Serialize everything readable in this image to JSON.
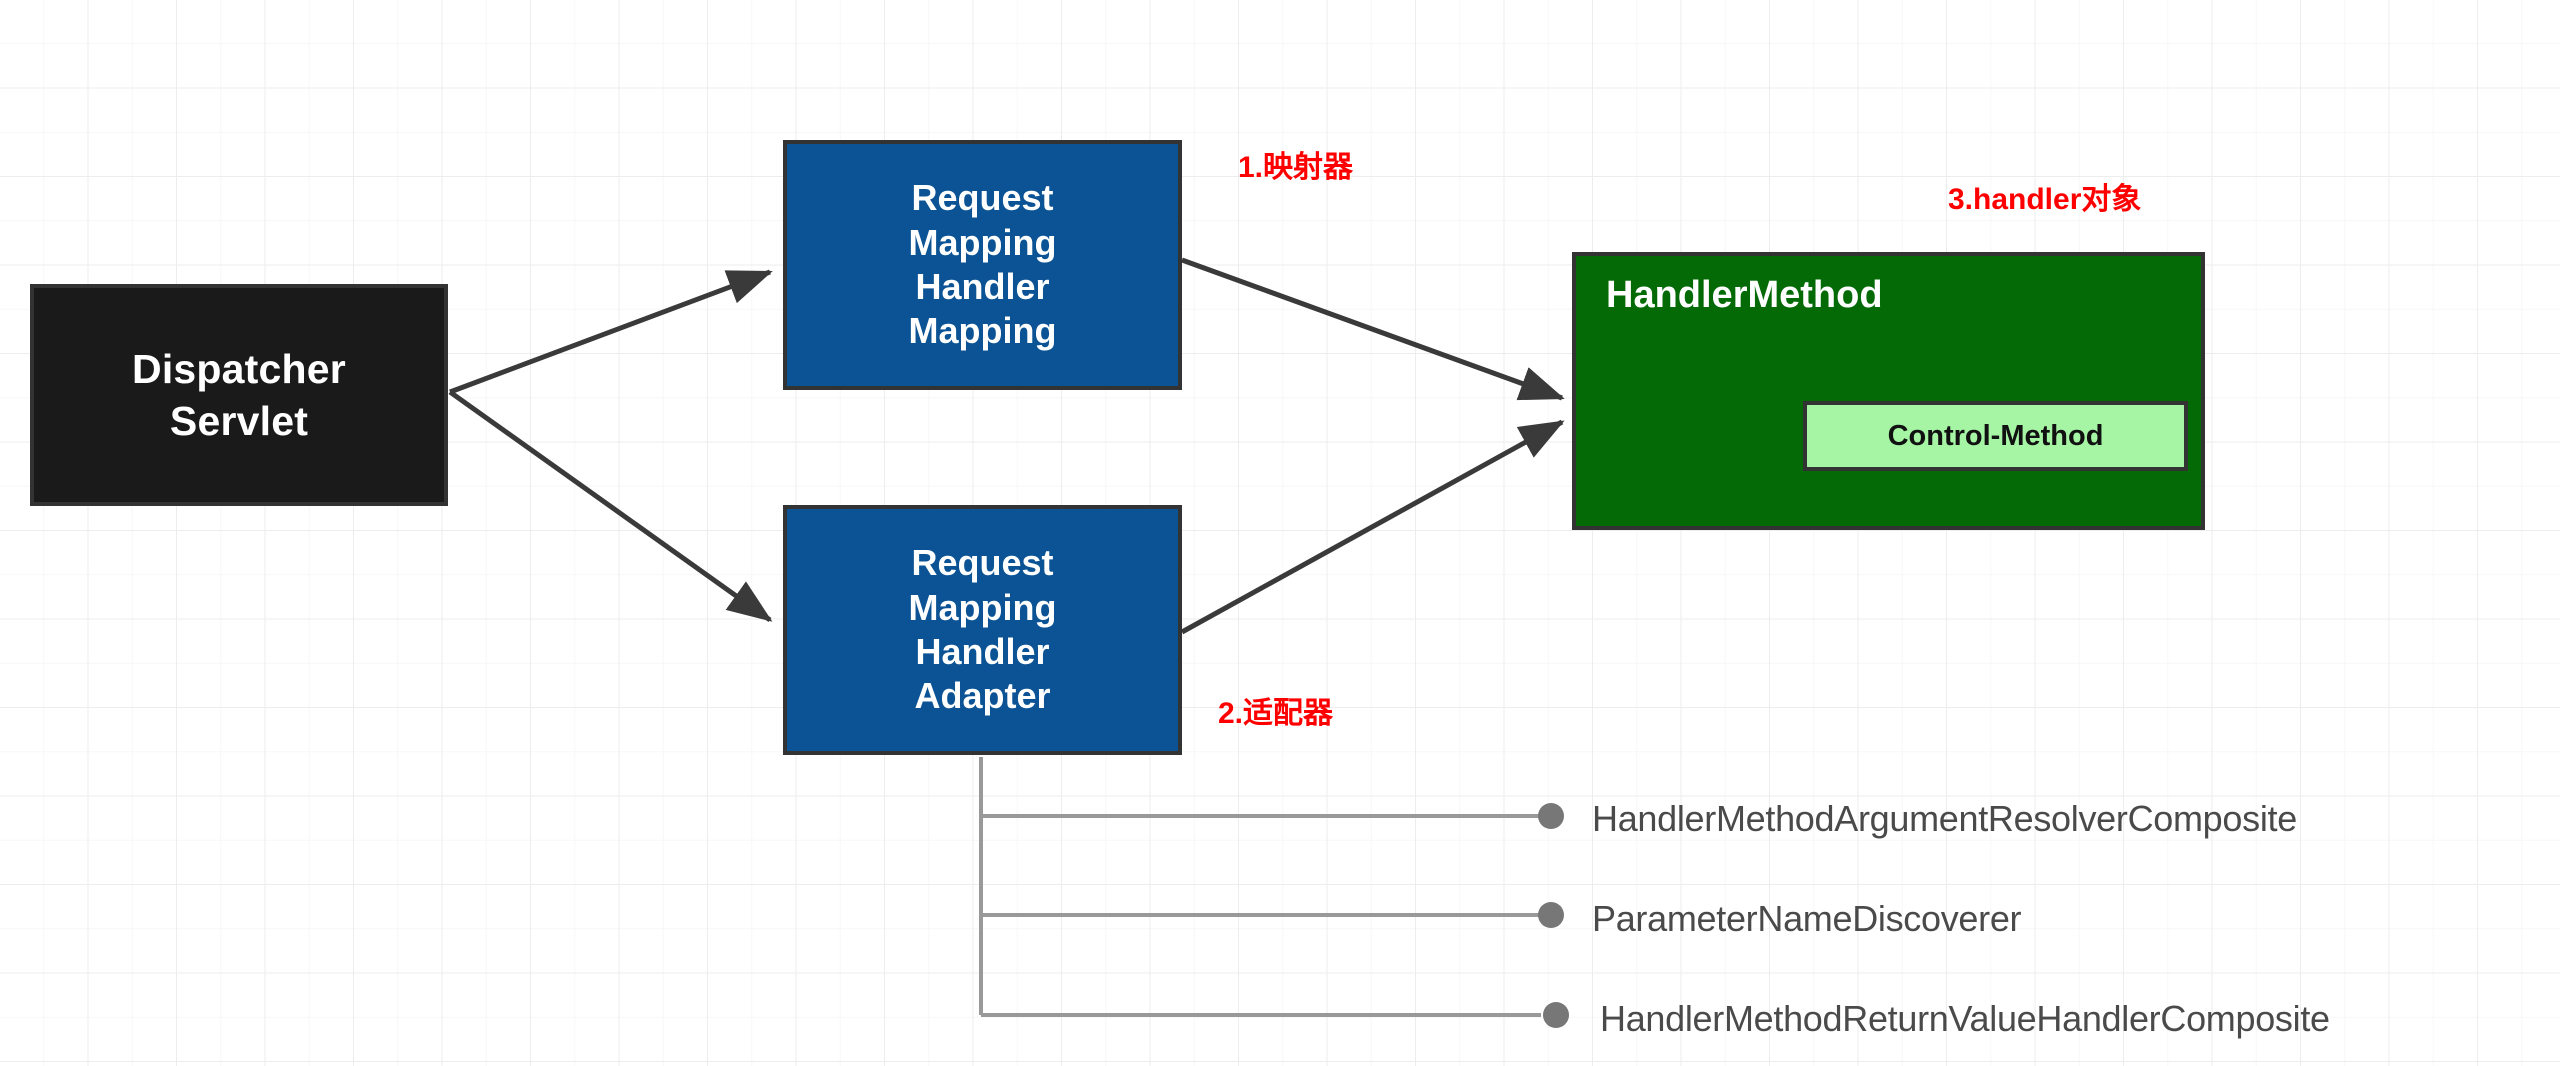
{
  "diagram": {
    "title": "Spring MVC Dispatcher / Handler flow",
    "background": {
      "canvas_color": "#ffffff",
      "grid_minor_color": "#f7f7f7",
      "grid_major_color": "#ededed"
    },
    "nodes": {
      "dispatcher_servlet": {
        "label": "Dispatcher\nServlet",
        "line1": "Dispatcher",
        "line2": "Servlet",
        "fill": "#1a1a1a",
        "text_color": "#ffffff"
      },
      "handler_mapping": {
        "label": "Request Mapping Handler Mapping",
        "line1": "Request",
        "line2": "Mapping",
        "line3": "Handler",
        "line4": "Mapping",
        "fill": "#0b5394",
        "text_color": "#ffffff"
      },
      "handler_adapter": {
        "label": "Request Mapping Handler Adapter",
        "line1": "Request",
        "line2": "Mapping",
        "line3": "Handler",
        "line4": "Adapter",
        "fill": "#0b5394",
        "text_color": "#ffffff"
      },
      "handler_method": {
        "title": "HandlerMethod",
        "fill": "#046a06",
        "text_color": "#ffffff"
      },
      "control_method": {
        "label": "Control-Method",
        "fill": "#a5f5a5",
        "text_color": "#111111"
      }
    },
    "annotations": {
      "accent_color": "#ff0000",
      "mapper": "1.映射器",
      "adapter": "2.适配器",
      "handler_object": "3.handler对象"
    },
    "leaf_items": [
      {
        "label": "HandlerMethodArgumentResolverComposite"
      },
      {
        "label": "ParameterNameDiscoverer"
      },
      {
        "label": "HandlerMethodReturnValueHandlerComposite"
      }
    ],
    "connectors": {
      "arrow_color": "#3a3a3a",
      "branch_color": "#999999",
      "dot_color": "#777777",
      "arrows": [
        {
          "from": "dispatcher_servlet",
          "to": "handler_mapping"
        },
        {
          "from": "dispatcher_servlet",
          "to": "handler_adapter"
        },
        {
          "from": "handler_mapping",
          "to": "handler_method"
        },
        {
          "from": "handler_adapter",
          "to": "handler_method"
        }
      ]
    }
  }
}
